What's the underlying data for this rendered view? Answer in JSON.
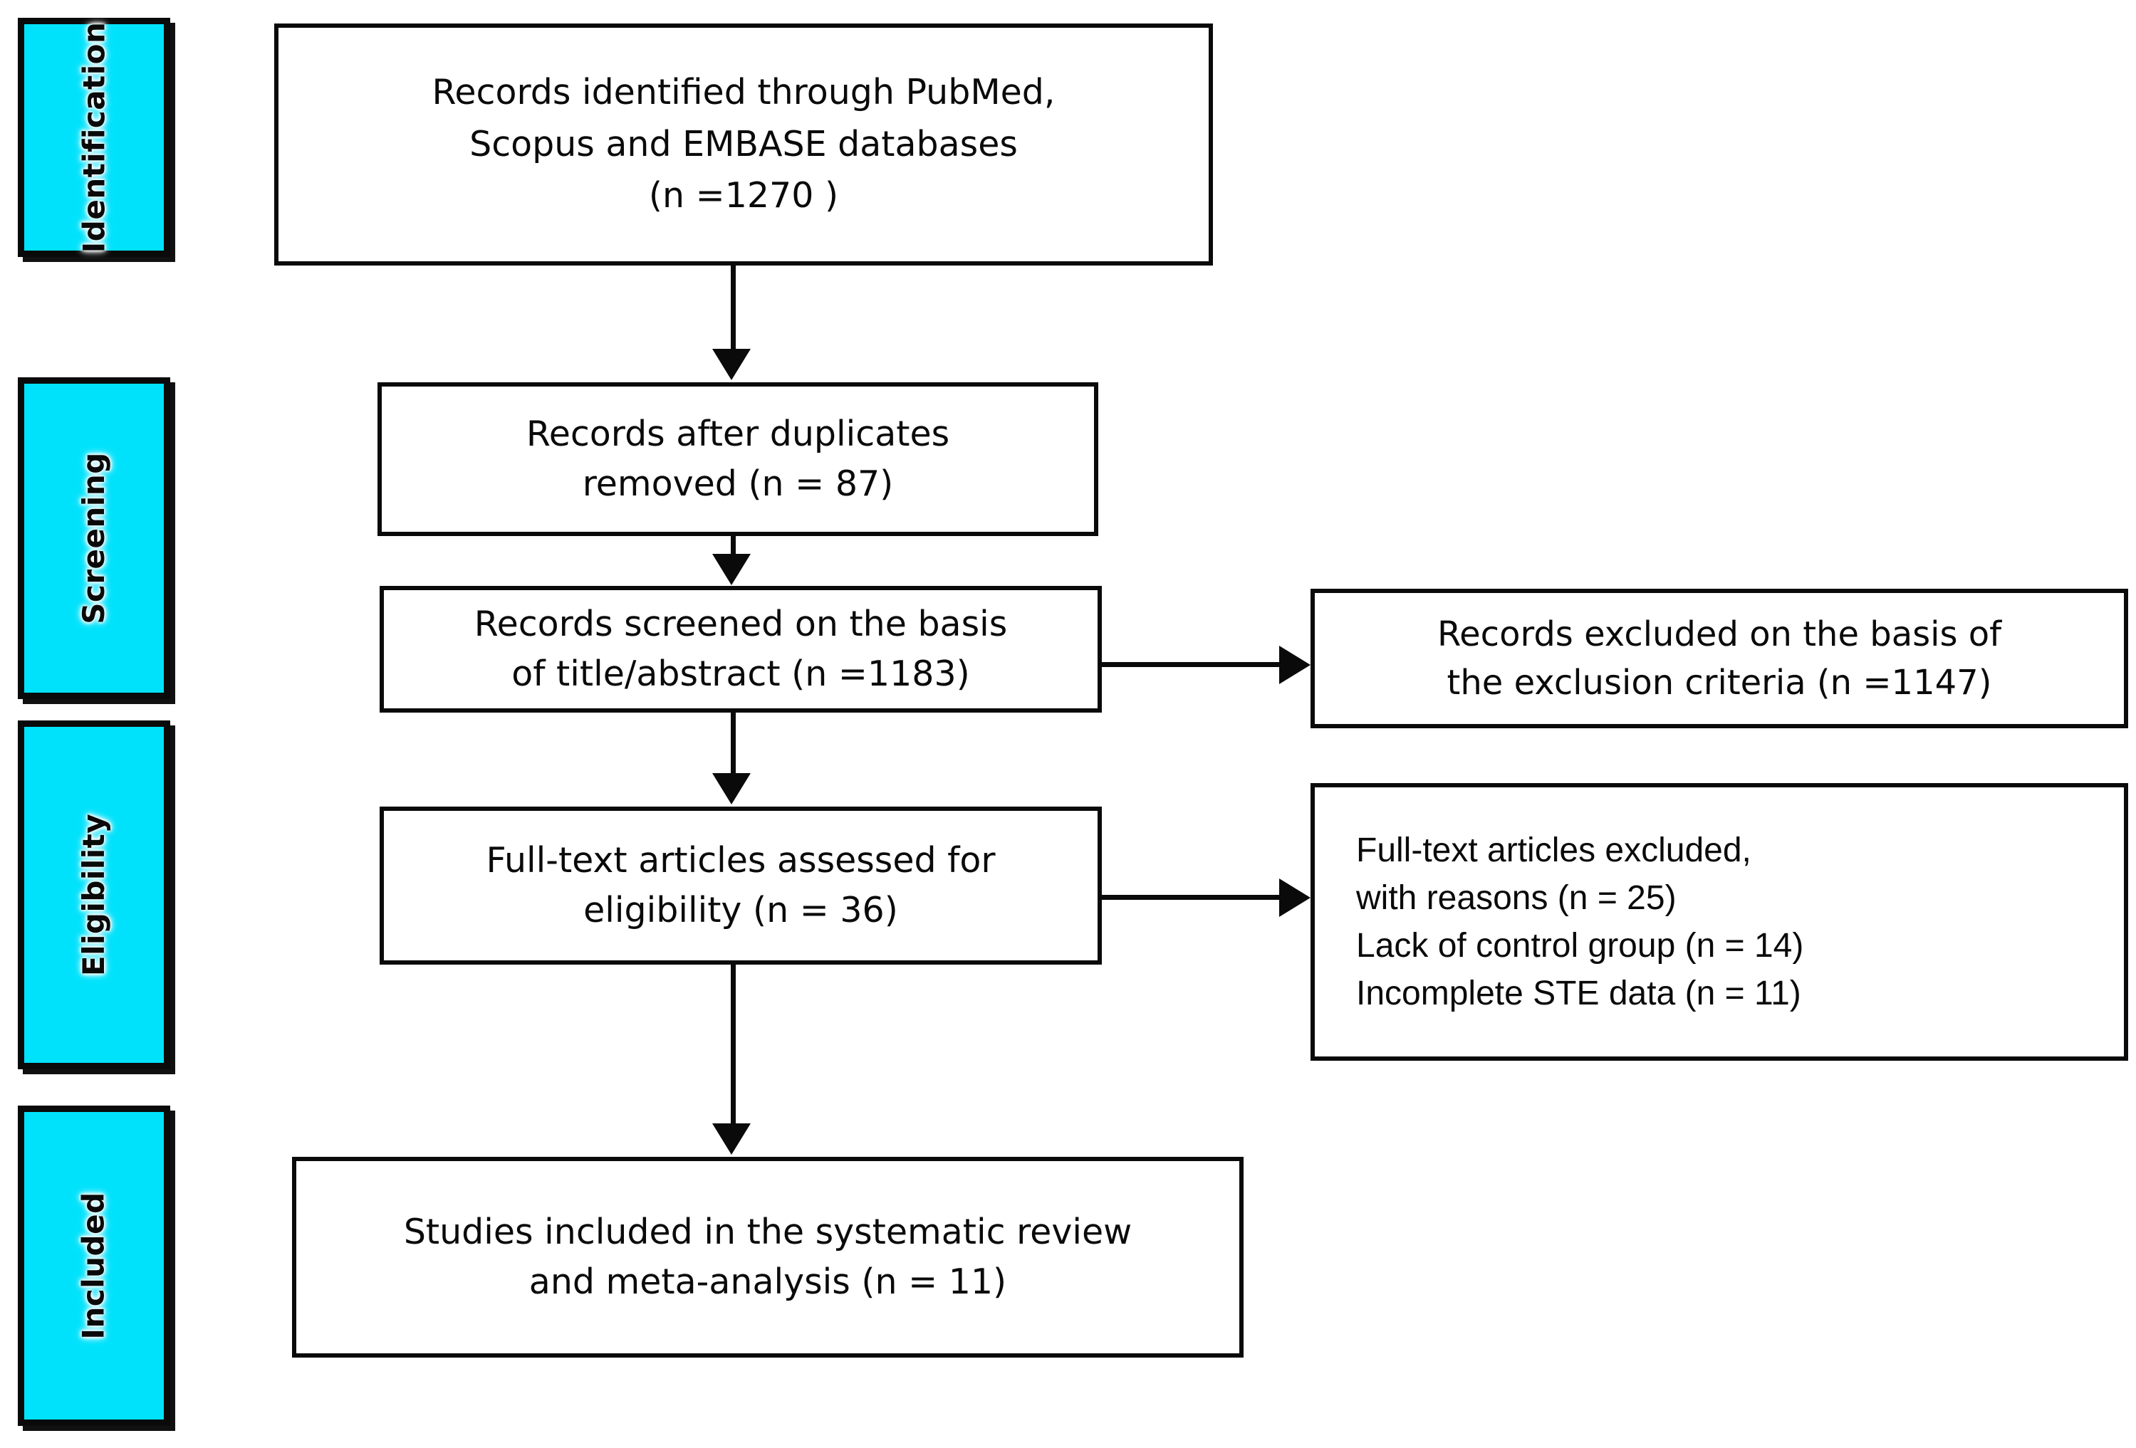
{
  "diagram": {
    "type": "prisma-flow-diagram",
    "colors": {
      "stage_bar_fill": "#00e2fb",
      "stroke": "#0a0a0a",
      "box_fill": "#ffffff"
    },
    "stages": [
      {
        "id": "identification",
        "label": "Identification"
      },
      {
        "id": "screening",
        "label": "Screening"
      },
      {
        "id": "eligibility",
        "label": "Eligibility"
      },
      {
        "id": "included",
        "label": "Included"
      }
    ],
    "boxes": {
      "identified": {
        "lines": [
          "Records identified through PubMed,",
          "Scopus  and EMBASE databases",
          "(n =1270 )"
        ],
        "n": 1270
      },
      "duplicates_removed": {
        "lines": [
          "Records after duplicates",
          "removed (n = 87)"
        ],
        "n": 87
      },
      "screened": {
        "lines": [
          "Records screened on the basis",
          "of title/abstract (n =1183)"
        ],
        "n": 1183
      },
      "excluded_records": {
        "lines": [
          "Records excluded on the basis of",
          "the exclusion criteria (n =1147)"
        ],
        "n": 1147
      },
      "fulltext_assessed": {
        "lines": [
          "Full-text articles assessed for",
          "eligibility (n = 36)"
        ],
        "n": 36
      },
      "excluded_fulltext": {
        "lines": [
          "Full-text articles excluded,",
          "with reasons (n = 25)",
          "Lack of control group (n = 14)",
          "Incomplete STE data (n = 11)"
        ],
        "n": 25,
        "reasons": [
          {
            "label": "Lack of control group",
            "n": 14
          },
          {
            "label": "Incomplete STE data",
            "n": 11
          }
        ]
      },
      "included_studies": {
        "lines": [
          "Studies included in the systematic review",
          "and meta-analysis (n = 11)"
        ],
        "n": 11
      }
    }
  }
}
